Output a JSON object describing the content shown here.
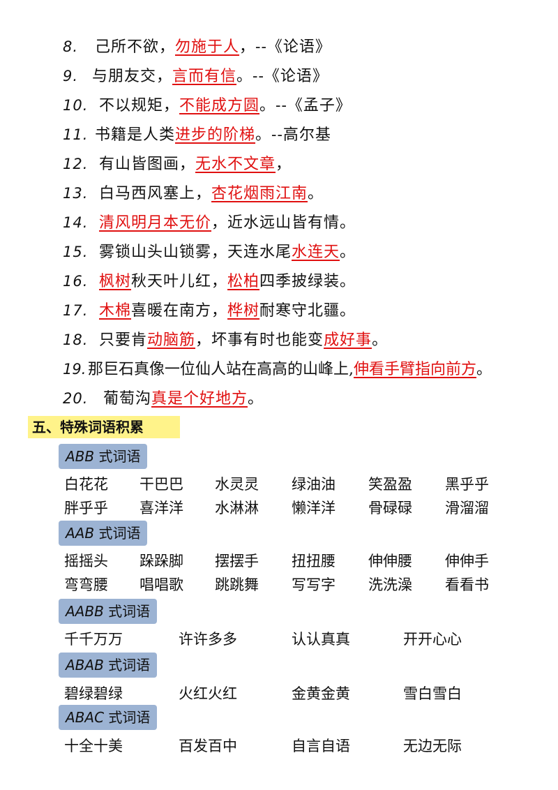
{
  "quotes": [
    {
      "num": "8.",
      "parts": [
        "己所不欲，",
        "勿施于人",
        "，--《论语》"
      ]
    },
    {
      "num": "9.",
      "parts": [
        "与朋友交，",
        "言而有信",
        "。--《论语》"
      ]
    },
    {
      "num": "10.",
      "parts": [
        "不以规矩，",
        "不能成方圆",
        "。--《孟子》"
      ]
    },
    {
      "num": "11.",
      "parts": [
        "书籍是人类",
        "进步的阶梯",
        "。--高尔基"
      ]
    },
    {
      "num": "12.",
      "parts": [
        "有山皆图画，",
        "无水不文章",
        "，"
      ]
    },
    {
      "num": "13.",
      "parts": [
        "白马西风塞上，",
        "杏花烟雨江南",
        "。"
      ]
    },
    {
      "num": "14.",
      "parts": [
        "",
        "清风明月本无价",
        "，近水远山皆有情。"
      ]
    },
    {
      "num": "15.",
      "parts": [
        "雾锁山头山锁雾，天连水尾",
        "水连天",
        "。"
      ]
    },
    {
      "num": "16.",
      "parts": [
        "",
        "枫树",
        "秋天叶儿红，",
        "松柏",
        "四季披绿装。"
      ]
    },
    {
      "num": "17.",
      "parts": [
        "",
        "木棉",
        "喜暖在南方，",
        "桦树",
        "耐寒守北疆。"
      ]
    },
    {
      "num": "18.",
      "parts": [
        "只要肯",
        "动脑筋",
        "，坏事有时也能变",
        "成好事",
        "。"
      ]
    },
    {
      "num": "19.",
      "parts": [
        "那巨石真像一位仙人站在高高的山峰上,",
        "伸看手臂指向前方",
        "。"
      ]
    },
    {
      "num": "20.",
      "parts": [
        "葡萄沟",
        "真是个好地方",
        "。"
      ]
    }
  ],
  "section": {
    "title": "五、特殊词语积累"
  },
  "groups": [
    {
      "label_en": "ABB",
      "label_zh": " 式词语",
      "rows": [
        [
          "白花花",
          "干巴巴",
          "水灵灵",
          "绿油油",
          "笑盈盈",
          "黑乎乎"
        ],
        [
          "胖乎乎",
          "喜洋洋",
          "水淋淋",
          "懒洋洋",
          "骨碌碌",
          "滑溜溜"
        ]
      ]
    },
    {
      "label_en": "AAB",
      "label_zh": " 式词语",
      "rows": [
        [
          "摇摇头",
          "跺跺脚",
          "摆摆手",
          "扭扭腰",
          "伸伸腰",
          "伸伸手"
        ],
        [
          "弯弯腰",
          "唱唱歌",
          "跳跳舞",
          "写写字",
          "洗洗澡",
          "看看书"
        ]
      ]
    },
    {
      "label_en": "AABB",
      "label_zh": " 式词语",
      "rows": [
        [
          "千千万万",
          "许许多多",
          "认认真真",
          "开开心心"
        ]
      ]
    },
    {
      "label_en": "ABAB",
      "label_zh": " 式词语",
      "rows": [
        [
          "碧绿碧绿",
          "火红火红",
          "金黄金黄",
          "雪白雪白"
        ]
      ]
    },
    {
      "label_en": "ABAC",
      "label_zh": " 式词语",
      "rows": [
        [
          "十全十美",
          "百发百中",
          "自言自语",
          "无边无际"
        ]
      ]
    }
  ]
}
